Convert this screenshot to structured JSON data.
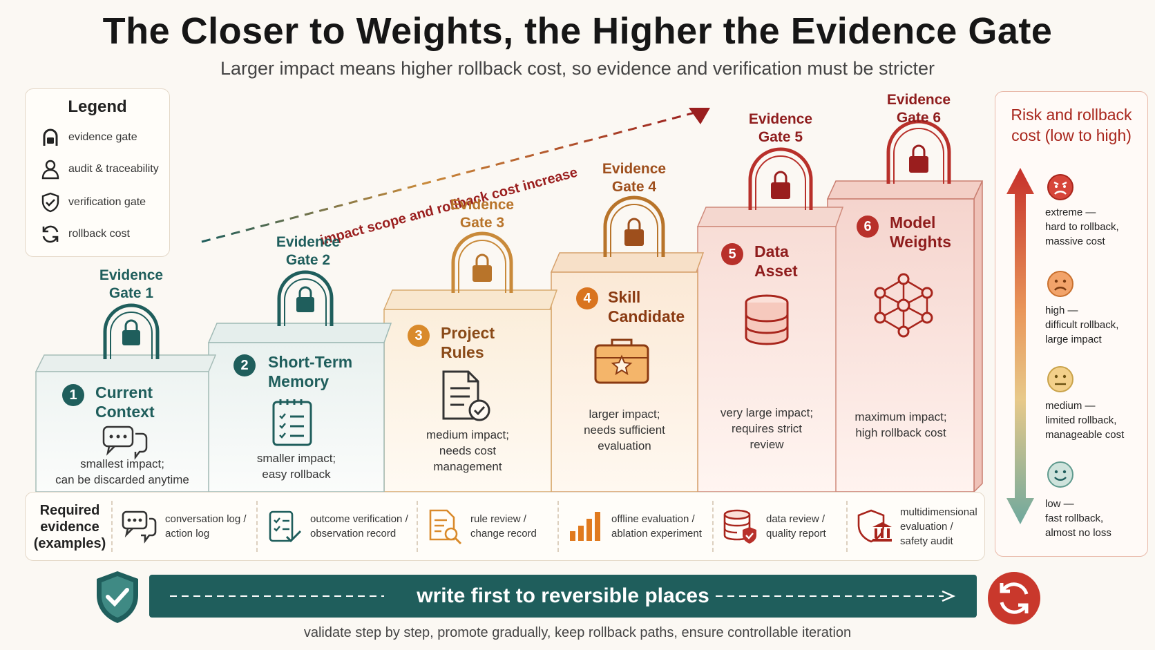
{
  "title": "The Closer to Weights, the Higher the Evidence Gate",
  "subtitle": "Larger impact means higher rollback cost, so evidence and verification must be stricter",
  "legend": {
    "title": "Legend",
    "items": [
      "evidence gate",
      "audit & traceability",
      "verification gate",
      "rollback cost"
    ]
  },
  "trend_label": "impact scope and rollback cost increase",
  "steps": [
    {
      "num": "1",
      "line1": "Current",
      "line2": "Context",
      "gate1": "Evidence",
      "gate2": "Gate 1",
      "desc1": "smallest impact;",
      "desc2": "can be discarded anytime",
      "desc3": ""
    },
    {
      "num": "2",
      "line1": "Short-Term",
      "line2": "Memory",
      "gate1": "Evidence",
      "gate2": "Gate 2",
      "desc1": "smaller impact;",
      "desc2": "easy rollback",
      "desc3": ""
    },
    {
      "num": "3",
      "line1": "Project",
      "line2": "Rules",
      "gate1": "Evidence",
      "gate2": "Gate 3",
      "desc1": "medium impact;",
      "desc2": "needs cost",
      "desc3": "management"
    },
    {
      "num": "4",
      "line1": "Skill",
      "line2": "Candidate",
      "gate1": "Evidence",
      "gate2": "Gate 4",
      "desc1": "larger impact;",
      "desc2": "needs sufficient",
      "desc3": "evaluation"
    },
    {
      "num": "5",
      "line1": "Data",
      "line2": "Asset",
      "gate1": "Evidence",
      "gate2": "Gate 5",
      "desc1": "very large impact;",
      "desc2": "requires strict",
      "desc3": "review"
    },
    {
      "num": "6",
      "line1": "Model",
      "line2": "Weights",
      "gate1": "Evidence",
      "gate2": "Gate 6",
      "desc1": "maximum impact;",
      "desc2": "high rollback cost",
      "desc3": ""
    }
  ],
  "evidence": {
    "label1": "Required",
    "label2": "evidence",
    "label3": "(examples)",
    "items": [
      {
        "l1": "conversation log /",
        "l2": "action log",
        "l3": ""
      },
      {
        "l1": "outcome verification /",
        "l2": "observation record",
        "l3": ""
      },
      {
        "l1": "rule review /",
        "l2": "change record",
        "l3": ""
      },
      {
        "l1": "offline evaluation /",
        "l2": "ablation experiment",
        "l3": ""
      },
      {
        "l1": "data review /",
        "l2": "quality report",
        "l3": ""
      },
      {
        "l1": "multidimensional",
        "l2": "evaluation /",
        "l3": "safety audit"
      }
    ]
  },
  "risk": {
    "title1": "Risk and rollback",
    "title2": "cost (low to high)",
    "levels": [
      {
        "l1": "extreme —",
        "l2": "hard to rollback,",
        "l3": "massive cost"
      },
      {
        "l1": "high —",
        "l2": "difficult rollback,",
        "l3": "large impact"
      },
      {
        "l1": "medium —",
        "l2": "limited rollback,",
        "l3": "manageable cost"
      },
      {
        "l1": "low —",
        "l2": "fast rollback,",
        "l3": "almost no loss"
      }
    ]
  },
  "banner": "write first to reversible places",
  "footer": "validate step by step, promote gradually, keep rollback paths, ensure controllable iteration",
  "colors": {
    "teal": "#1f5e5c",
    "orange": "#d98a2b",
    "red": "#b8302a",
    "dark_red": "#8f1d1d"
  }
}
